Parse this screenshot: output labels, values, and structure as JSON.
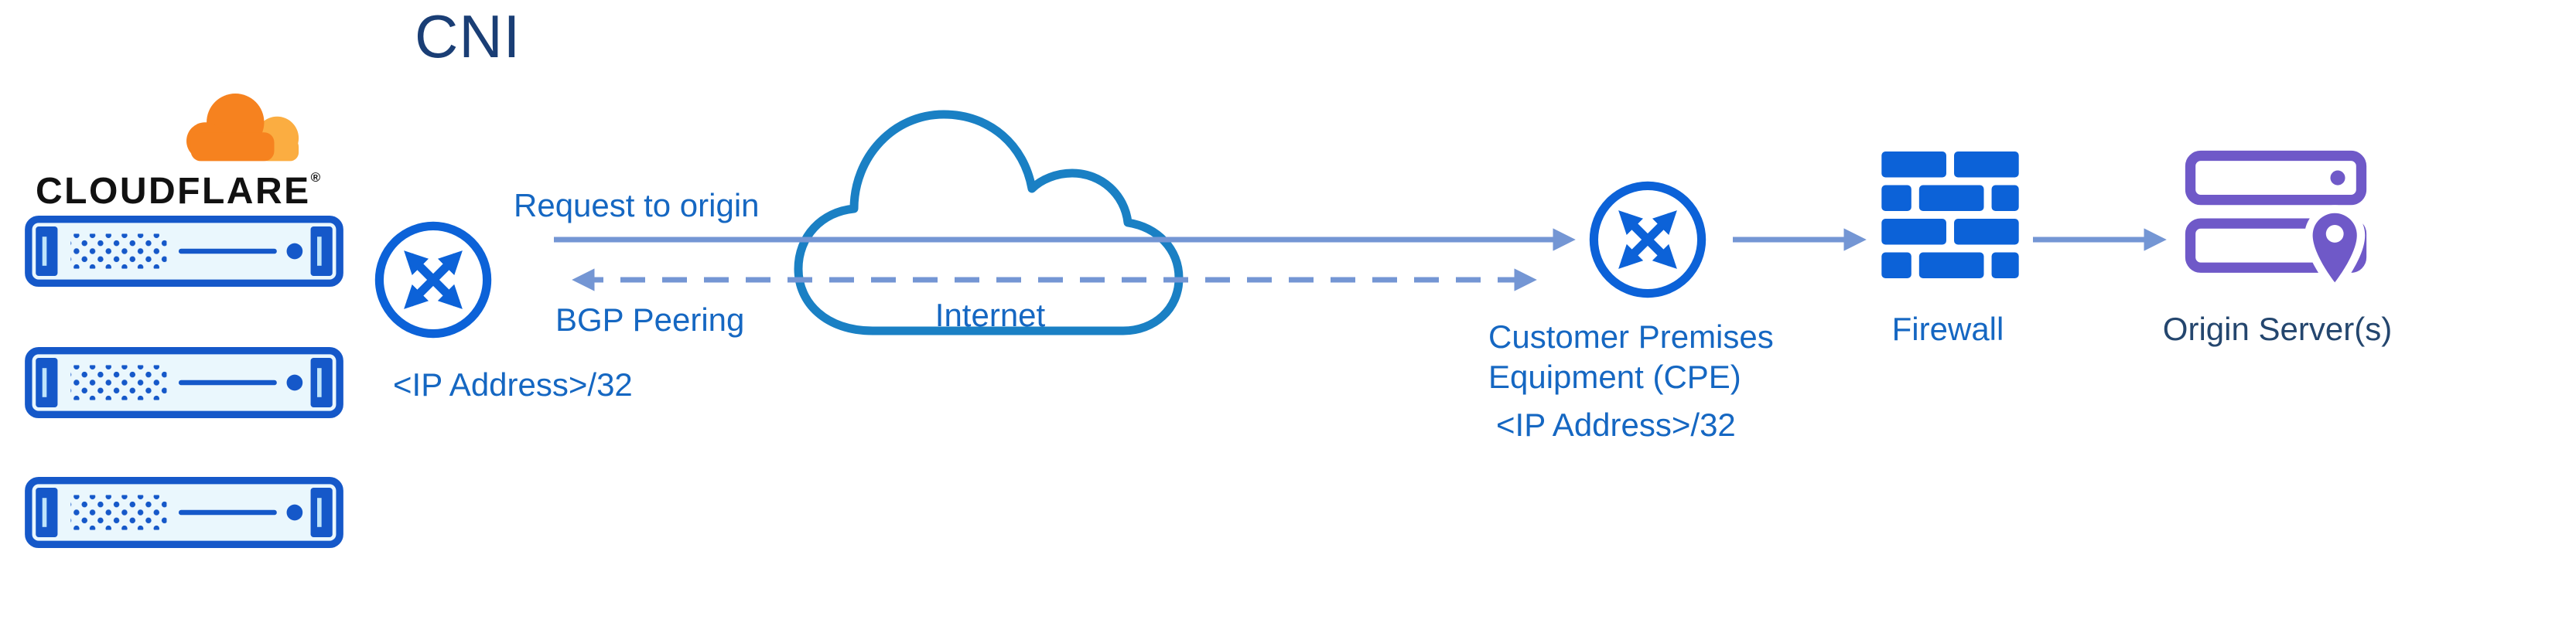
{
  "title": "CNI",
  "logo": {
    "wordmark": "CLOUDFLARE",
    "registered": "®"
  },
  "labels": {
    "request": "Request to origin",
    "bgp": "BGP Peering",
    "internet": "Internet",
    "cni_ip": "<IP Address>/32",
    "cpe_line1": "Customer Premises",
    "cpe_line2": "Equipment (CPE)",
    "cpe_ip": "<IP Address>/32",
    "firewall": "Firewall",
    "origin": "Origin Server(s)"
  },
  "nodes": [
    {
      "id": "cloudflare-edge",
      "icon": "server-rack-icon",
      "count": 3
    },
    {
      "id": "cni-router",
      "icon": "router-icon",
      "label": "<IP Address>/32"
    },
    {
      "id": "internet",
      "icon": "internet-cloud-icon",
      "label": "Internet"
    },
    {
      "id": "cpe-router",
      "icon": "router-icon",
      "label": "Customer Premises Equipment (CPE)",
      "ip": "<IP Address>/32"
    },
    {
      "id": "firewall",
      "icon": "firewall-brick-icon",
      "label": "Firewall"
    },
    {
      "id": "origin",
      "icon": "origin-server-icon",
      "label": "Origin Server(s)"
    }
  ],
  "links": [
    {
      "from": "cni-router",
      "to": "cpe-router",
      "label": "Request to origin",
      "style": "solid",
      "direction": "right"
    },
    {
      "from": "cpe-router",
      "to": "cni-router",
      "label": "BGP Peering",
      "style": "dashed",
      "direction": "both"
    },
    {
      "from": "cpe-router",
      "to": "firewall",
      "style": "solid",
      "direction": "right"
    },
    {
      "from": "firewall",
      "to": "origin",
      "style": "solid",
      "direction": "right"
    }
  ],
  "colors": {
    "icon_blue": "#0c62d8",
    "server_blue": "#1558c9",
    "server_fill": "#eaf7fd",
    "label_blue": "#1567c2",
    "title_navy": "#1a3e75",
    "arrow_blue": "#7496d4",
    "cloud_stroke": "#1a80c4",
    "cloudflare_orange": "#f6821f",
    "cloudflare_orange_light": "#fbad41",
    "origin_purple": "#6f59c8",
    "wordmark_black": "#111111",
    "origin_label_navy": "#24466e"
  }
}
